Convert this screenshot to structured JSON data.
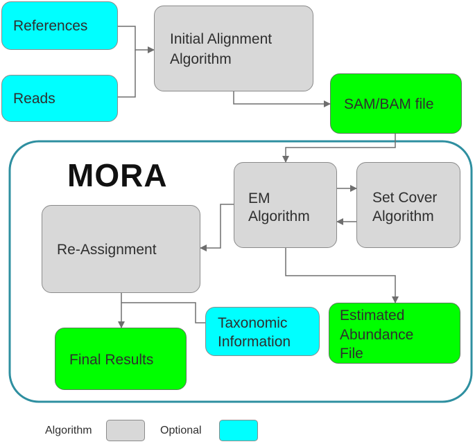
{
  "diagram": {
    "container_title": "MORA",
    "nodes": {
      "references": "References",
      "reads": "Reads",
      "initial_alignment": [
        "Initial Alignment",
        "Algorithm"
      ],
      "sam_bam": "SAM/BAM file",
      "em": [
        "EM",
        "Algorithm"
      ],
      "set_cover": [
        "Set Cover",
        "Algorithm"
      ],
      "reassignment": "Re-Assignment",
      "taxonomic": [
        "Taxonomic",
        "Information"
      ],
      "estimated": [
        "Estimated",
        "Abundance",
        "File"
      ],
      "final_results": "Final Results"
    },
    "legend": {
      "algorithm": "Algorithm",
      "optional": "Optional"
    },
    "colors": {
      "optional": "#00ffff",
      "algorithm": "#d8d8d8",
      "output": "#00ff00",
      "container_border": "#2e8fa0",
      "arrow": "#6e6e6e"
    }
  }
}
